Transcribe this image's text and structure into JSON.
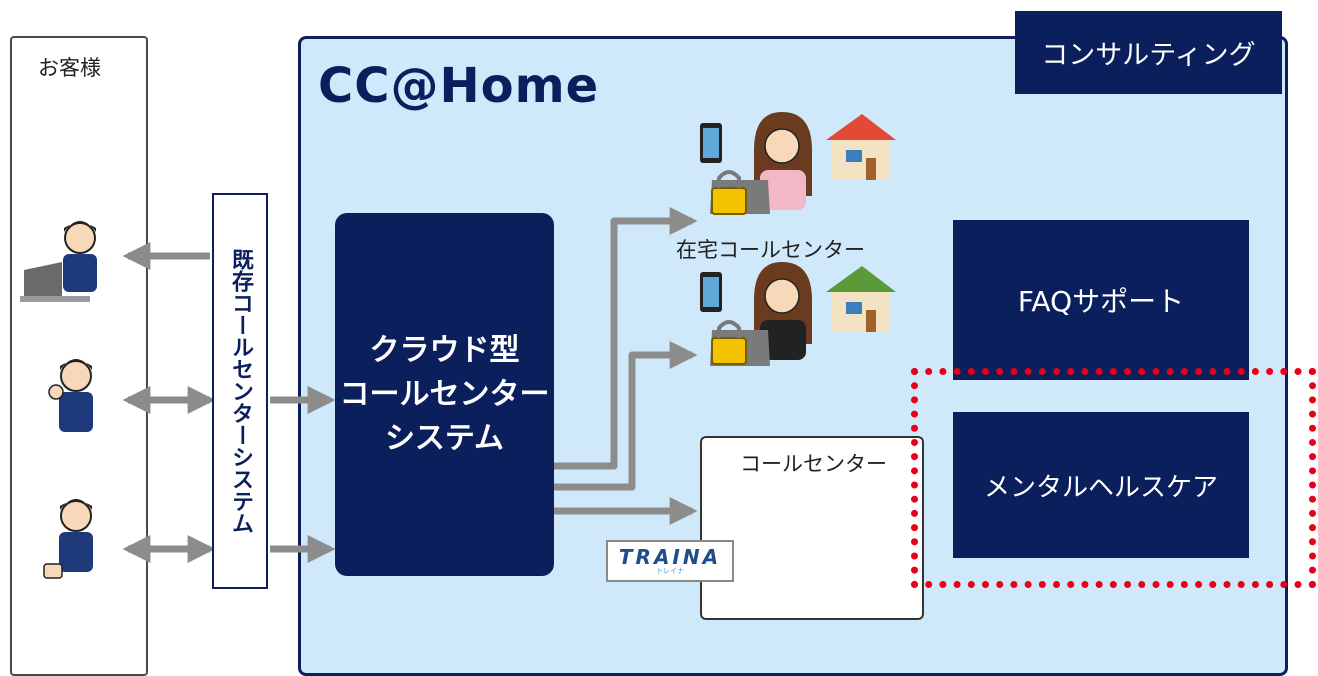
{
  "customer": {
    "label": "お客様"
  },
  "cc_home": {
    "title": "CC@Home"
  },
  "consulting": {
    "label": "コンサルティング"
  },
  "legacy_system": {
    "label": "既存コールセンターシステム"
  },
  "cloud_system": {
    "lines": [
      "クラウド型",
      "コールセンター",
      "システム"
    ]
  },
  "home_call_center": {
    "label": "在宅コールセンター"
  },
  "call_center": {
    "label": "コールセンター"
  },
  "faq_support": {
    "label": "FAQサポート"
  },
  "mental_health": {
    "label": "メンタルヘルスケア"
  },
  "traina_logo": {
    "text": "TRAINA",
    "sub": "トレイナ"
  },
  "colors": {
    "navy": "#0a1f5c",
    "light_blue": "#cfe9fb",
    "highlight_red": "#e6001a",
    "arrow_gray": "#8c8c8c"
  }
}
